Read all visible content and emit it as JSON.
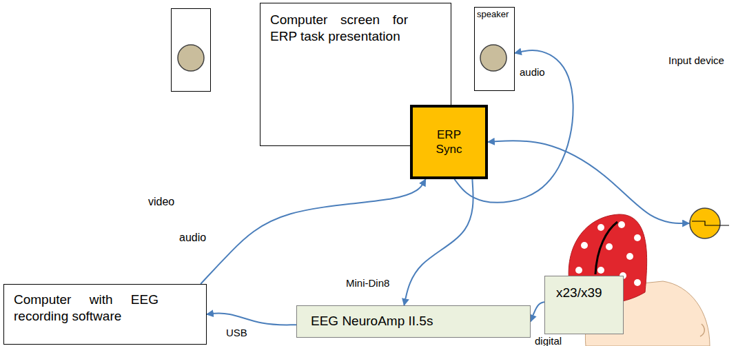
{
  "diagram": {
    "nodes": [
      {
        "text": [
          "Computer screen for ERP task presentation"
        ]
      },
      {
        "text": [
          "speaker"
        ]
      },
      {
        "text": [
          "ERP Sync"
        ]
      },
      {
        "text": [
          "Input device"
        ]
      },
      {
        "text": [
          "Computer with EEG recording software"
        ]
      },
      {
        "text": [
          "EEG NeuroAmp II.5s"
        ]
      },
      {
        "text": [
          "x23/x39"
        ]
      }
    ],
    "edges": [
      {
        "from": 2,
        "to": 1,
        "arrow": "to",
        "label": "audio"
      },
      {
        "from": 2,
        "to": 3,
        "arrow": "both"
      },
      {
        "from": 4,
        "to": 2,
        "arrow": "to"
      },
      {
        "from": 2,
        "to": 5,
        "arrow": "to",
        "label": "Mini-Din8"
      },
      {
        "from": 5,
        "to": 4,
        "arrow": "to",
        "label": "USB"
      },
      {
        "from": 6,
        "to": 5,
        "arrow": "to",
        "label": "digital"
      }
    ],
    "labels": [
      "video",
      "audio"
    ]
  }
}
